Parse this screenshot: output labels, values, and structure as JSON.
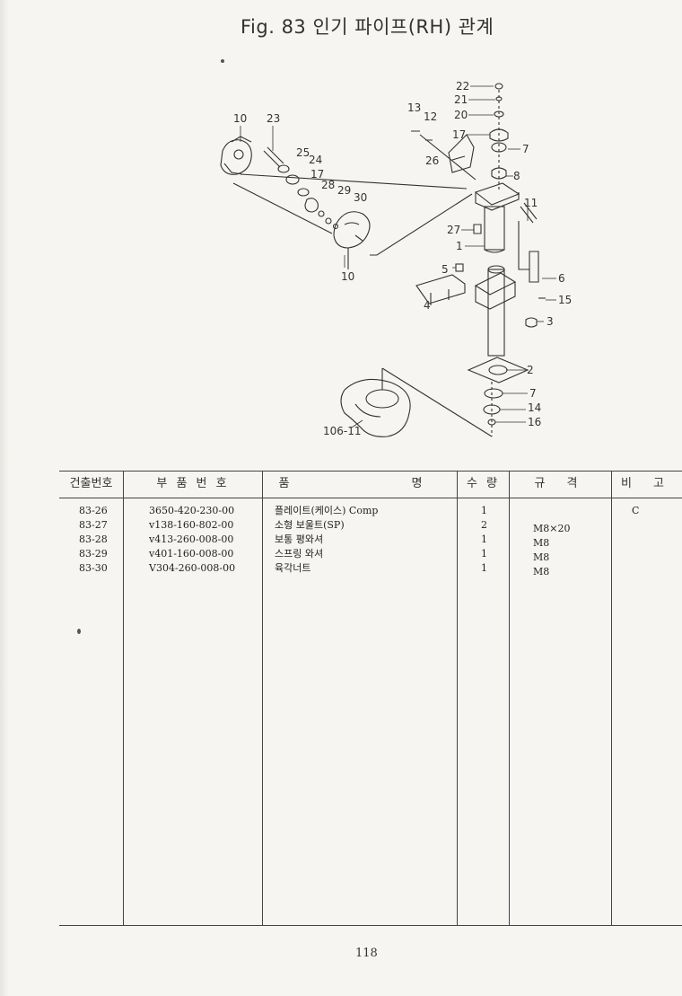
{
  "figure": {
    "title": "Fig. 83  인기 파이프(RH) 관계",
    "callouts": [
      "22",
      "21",
      "20",
      "17",
      "7",
      "8",
      "13",
      "12",
      "26",
      "10",
      "23",
      "25",
      "24",
      "17",
      "28",
      "29",
      "30",
      "10",
      "11",
      "27",
      "1",
      "5",
      "6",
      "15",
      "4",
      "3",
      "2",
      "7",
      "14",
      "16",
      "106-11"
    ]
  },
  "table": {
    "headers": [
      "건출번호",
      "부 품 번 호",
      "품",
      "명",
      "수 량",
      "규 격",
      "비 고"
    ],
    "rows": [
      {
        "ref": "83-26",
        "part_no": "3650-420-230-00",
        "name": "플레이트(케이스) Comp",
        "qty": "1",
        "spec": "",
        "note": "C"
      },
      {
        "ref": "83-27",
        "part_no": "v138-160-802-00",
        "name": "소형 보울트(SP)",
        "qty": "2",
        "spec": "M8×20",
        "note": ""
      },
      {
        "ref": "83-28",
        "part_no": "v413-260-008-00",
        "name": "보통 평와셔",
        "qty": "1",
        "spec": "M8",
        "note": ""
      },
      {
        "ref": "83-29",
        "part_no": "v401-160-008-00",
        "name": "스프링 와셔",
        "qty": "1",
        "spec": "M8",
        "note": ""
      },
      {
        "ref": "83-30",
        "part_no": "V304-260-008-00",
        "name": "육각너트",
        "qty": "1",
        "spec": "M8",
        "note": ""
      }
    ]
  },
  "page_number": "118"
}
